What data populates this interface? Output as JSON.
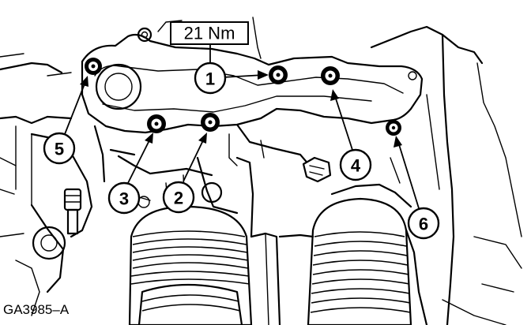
{
  "torque_spec": "21 Nm",
  "figure_id": "GA3985–A",
  "callouts": [
    {
      "number": "1"
    },
    {
      "number": "2"
    },
    {
      "number": "3"
    },
    {
      "number": "4"
    },
    {
      "number": "5"
    },
    {
      "number": "6"
    }
  ]
}
